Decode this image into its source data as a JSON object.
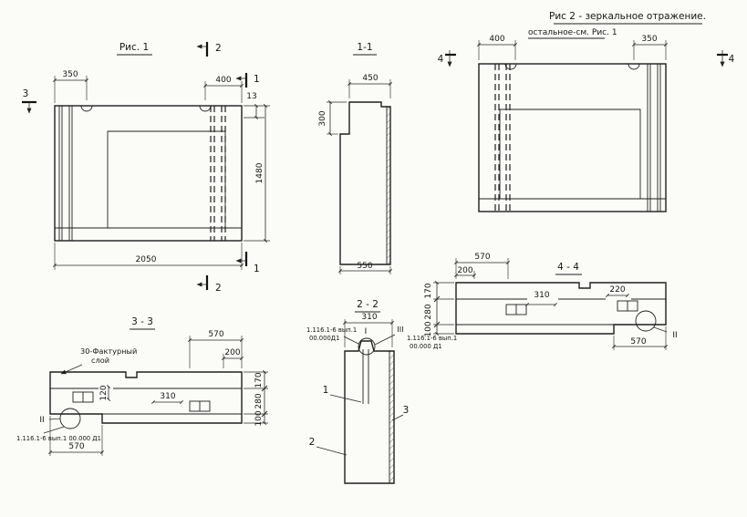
{
  "colors": {
    "ink": "#1f1f1f",
    "paper": "#fbfbf8"
  },
  "fig1": {
    "title": "Рис. 1",
    "dim_350": "350",
    "dim_400": "400",
    "dim_13": "13",
    "dim_1480": "1480",
    "dim_2050": "2050",
    "cut2_top": "2",
    "cut2_bottom": "2",
    "cut1_top": "1",
    "cut1_bottom": "1",
    "cut3": "3"
  },
  "sec11": {
    "title": "1-1",
    "dim_450": "450",
    "dim_300": "300",
    "dim_550": "550"
  },
  "fig2": {
    "title": "Рис 2 - зеркальное отражение.",
    "subtitle": "остальное-см. Рис. 1",
    "dim_400": "400",
    "dim_350": "350",
    "cut4_left": "4",
    "cut4_right": "4"
  },
  "sec33": {
    "title": "3 - 3",
    "note_line1": "30-Фактурный",
    "note_line2": "слой",
    "dim_570_top": "570",
    "dim_200": "200",
    "dim_120": "120",
    "dim_310": "310",
    "dim_170": "170",
    "dim_280": "280",
    "dim_100": "100",
    "dim_570_bottom": "570",
    "node_marker": "II",
    "ref": "1.116.1-6 вып.1 00.000 Д1"
  },
  "sec22": {
    "title": "2 - 2",
    "dim_310": "310",
    "node_I": "I",
    "node_III": "III",
    "ref_left_1": "1.116.1-6 вып.1",
    "ref_left_2": "00.000Д1",
    "ref_right_1": "1.116.1-6 вып.1",
    "ref_right_2": "00.000 Д1",
    "part_1": "1",
    "part_2": "2",
    "part_3": "3"
  },
  "sec44": {
    "title": "4 - 4",
    "dim_570_top": "570",
    "dim_200": "200",
    "dim_170": "170",
    "dim_280": "280",
    "dim_100": "100",
    "dim_310": "310",
    "dim_220": "220",
    "dim_570_bottom": "570",
    "node_marker": "II"
  }
}
